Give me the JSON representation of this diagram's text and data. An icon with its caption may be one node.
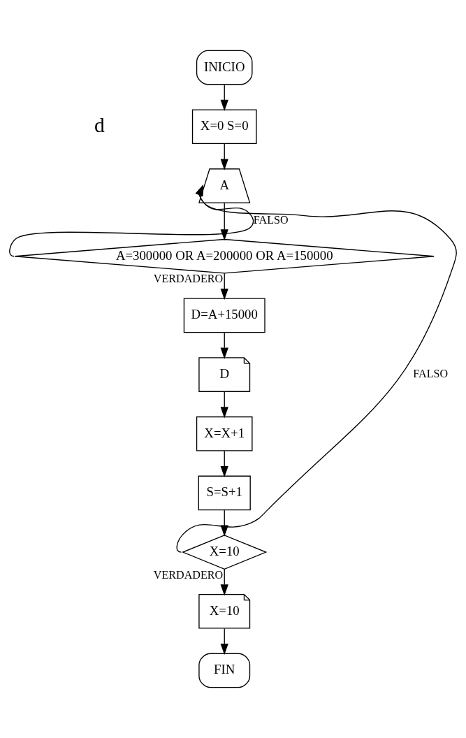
{
  "diagram": {
    "nodes": [
      {
        "text": [
          "INICIO"
        ]
      },
      {
        "text": [
          "X=0 S=0"
        ]
      },
      {
        "text": [
          "A"
        ]
      },
      {
        "text": [
          "A=300000 OR A=200000 OR A=150000"
        ]
      },
      {
        "text": [
          "D=A+15000"
        ]
      },
      {
        "text": [
          "D"
        ]
      },
      {
        "text": [
          "X=X+1"
        ]
      },
      {
        "text": [
          "S=S+1"
        ]
      },
      {
        "text": [
          "X=10"
        ]
      },
      {
        "text": [
          "X=10"
        ]
      },
      {
        "text": [
          "FIN"
        ]
      }
    ],
    "edges": [
      {
        "from": 0,
        "to": 1,
        "arrow": "to"
      },
      {
        "from": 1,
        "to": 2,
        "arrow": "to"
      },
      {
        "from": 3,
        "to": 2,
        "arrow": "to",
        "label": "FALSO"
      },
      {
        "from": 3,
        "to": 4,
        "arrow": "to",
        "label": "VERDADERO"
      },
      {
        "from": 4,
        "to": 5,
        "arrow": "to"
      },
      {
        "from": 5,
        "to": 6,
        "arrow": "to"
      },
      {
        "from": 6,
        "to": 7,
        "arrow": "to"
      },
      {
        "from": 7,
        "to": 8,
        "arrow": "to"
      },
      {
        "from": 8,
        "to": 2,
        "arrow": "to",
        "label": "FALSO"
      },
      {
        "from": 8,
        "to": 9,
        "arrow": "to",
        "label": "VERDADERO"
      },
      {
        "from": 9,
        "to": 10,
        "arrow": "to"
      },
      {
        "from": 2,
        "to": 3,
        "arrow": "to"
      }
    ],
    "labels": [
      "d"
    ]
  }
}
